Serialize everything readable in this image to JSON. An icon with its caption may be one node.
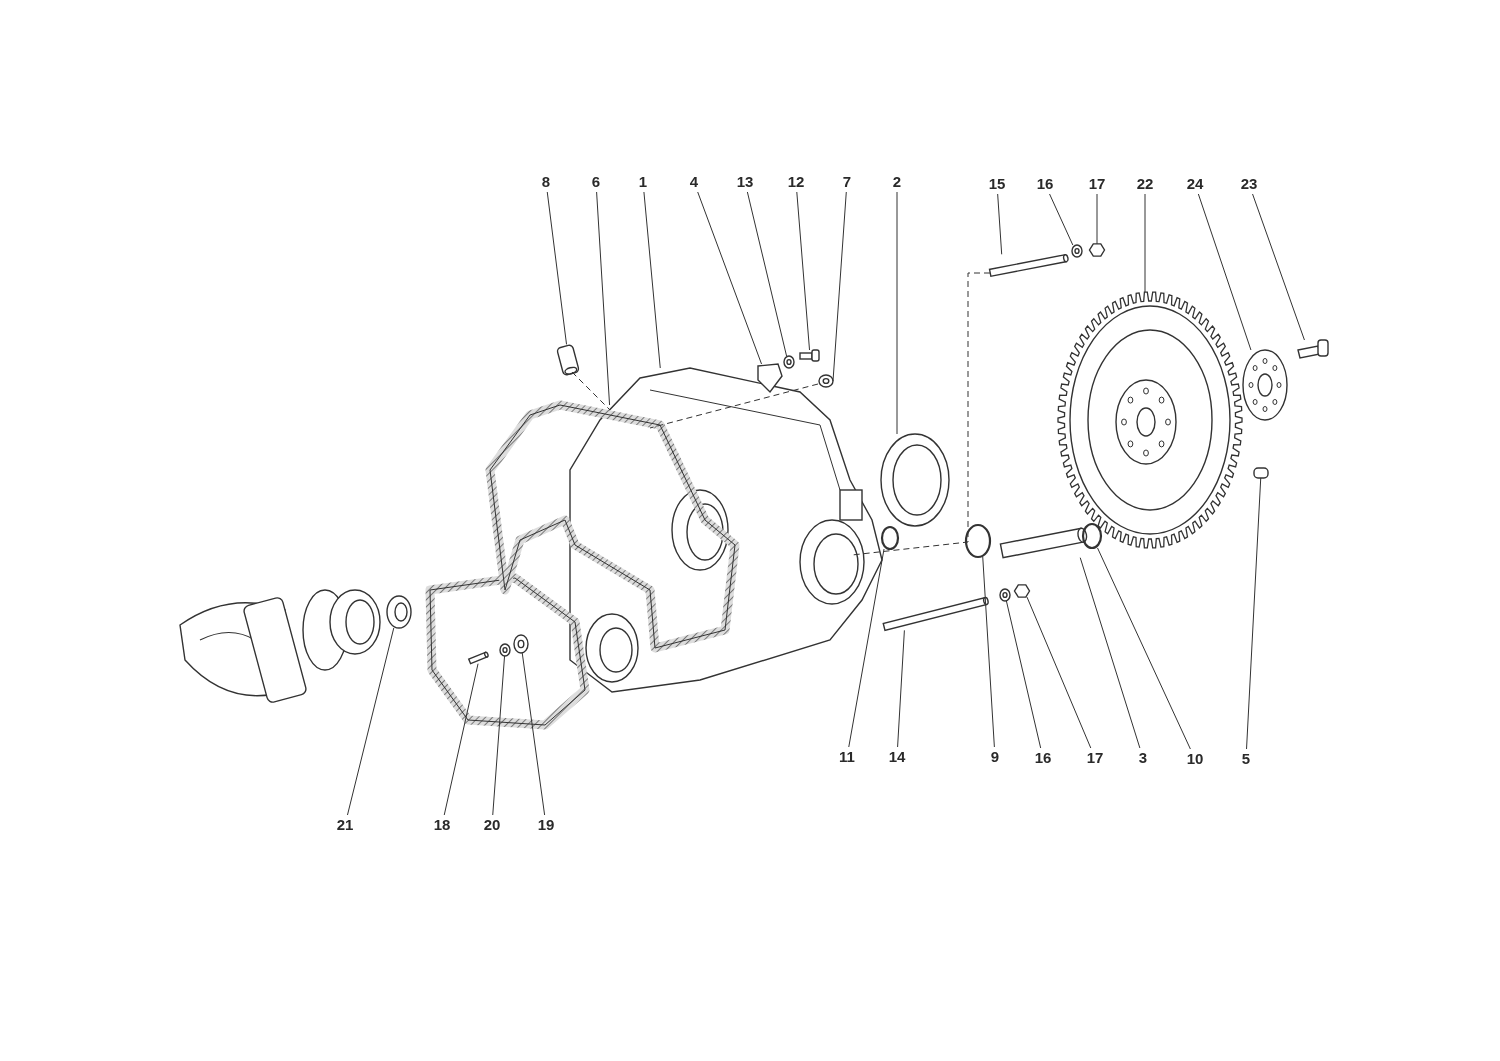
{
  "diagram": {
    "nodes": [
      {
        "text": [
          "8"
        ]
      },
      {
        "text": [
          "6"
        ]
      },
      {
        "text": [
          "1"
        ]
      },
      {
        "text": [
          "4"
        ]
      },
      {
        "text": [
          "13"
        ]
      },
      {
        "text": [
          "12"
        ]
      },
      {
        "text": [
          "7"
        ]
      },
      {
        "text": [
          "2"
        ]
      },
      {
        "text": [
          "15"
        ]
      },
      {
        "text": [
          "16"
        ]
      },
      {
        "text": [
          "17"
        ]
      },
      {
        "text": [
          "22"
        ]
      },
      {
        "text": [
          "24"
        ]
      },
      {
        "text": [
          "23"
        ]
      },
      {
        "text": [
          "11"
        ]
      },
      {
        "text": [
          "14"
        ]
      },
      {
        "text": [
          "9"
        ]
      },
      {
        "text": [
          "16"
        ]
      },
      {
        "text": [
          "17"
        ]
      },
      {
        "text": [
          "3"
        ]
      },
      {
        "text": [
          "10"
        ]
      },
      {
        "text": [
          "5"
        ]
      },
      {
        "text": [
          "21"
        ]
      },
      {
        "text": [
          "18"
        ]
      },
      {
        "text": [
          "20"
        ]
      },
      {
        "text": [
          "19"
        ]
      },
      {
        "text": [],
        "shape": "cylinder"
      },
      {
        "text": [],
        "shape": "picture"
      },
      {
        "text": [],
        "shape": "picture"
      },
      {
        "text": [],
        "shape": "picture"
      },
      {
        "text": [],
        "shape": "circle"
      },
      {
        "text": [],
        "shape": "picture"
      },
      {
        "text": [],
        "shape": "circle"
      },
      {
        "text": [],
        "shape": "picture"
      },
      {
        "text": [],
        "shape": "bar"
      },
      {
        "text": [],
        "shape": "circle"
      },
      {
        "text": [],
        "shape": "hexagon"
      },
      {
        "text": [],
        "shape": "picture"
      },
      {
        "text": [],
        "shape": "picture"
      },
      {
        "text": [],
        "shape": "picture"
      },
      {
        "text": [],
        "shape": "circle"
      },
      {
        "text": [],
        "shape": "bar"
      },
      {
        "text": [],
        "shape": "circle"
      },
      {
        "text": [],
        "shape": "circle"
      },
      {
        "text": [],
        "shape": "hexagon"
      },
      {
        "text": [],
        "shape": "bar"
      },
      {
        "text": [],
        "shape": "circle"
      },
      {
        "text": [],
        "shape": "box"
      },
      {
        "text": [],
        "shape": "picture"
      },
      {
        "text": [],
        "shape": "bar"
      },
      {
        "text": [],
        "shape": "circle"
      },
      {
        "text": [],
        "shape": "circle"
      }
    ],
    "edges": [
      {
        "from": 0,
        "to": 26,
        "arrow": "none"
      },
      {
        "from": 1,
        "to": 27,
        "arrow": "none"
      },
      {
        "from": 2,
        "to": 28,
        "arrow": "none"
      },
      {
        "from": 3,
        "to": 29,
        "arrow": "none"
      },
      {
        "from": 4,
        "to": 30,
        "arrow": "none"
      },
      {
        "from": 5,
        "to": 31,
        "arrow": "none"
      },
      {
        "from": 6,
        "to": 32,
        "arrow": "none"
      },
      {
        "from": 7,
        "to": 33,
        "arrow": "none"
      },
      {
        "from": 8,
        "to": 34,
        "arrow": "none"
      },
      {
        "from": 9,
        "to": 35,
        "arrow": "none"
      },
      {
        "from": 10,
        "to": 36,
        "arrow": "none"
      },
      {
        "from": 11,
        "to": 37,
        "arrow": "none"
      },
      {
        "from": 12,
        "to": 38,
        "arrow": "none"
      },
      {
        "from": 13,
        "to": 39,
        "arrow": "none"
      },
      {
        "from": 14,
        "to": 40,
        "arrow": "none"
      },
      {
        "from": 15,
        "to": 41,
        "arrow": "none"
      },
      {
        "from": 16,
        "to": 42,
        "arrow": "none"
      },
      {
        "from": 17,
        "to": 43,
        "arrow": "none"
      },
      {
        "from": 18,
        "to": 44,
        "arrow": "none"
      },
      {
        "from": 19,
        "to": 45,
        "arrow": "none"
      },
      {
        "from": 20,
        "to": 46,
        "arrow": "none"
      },
      {
        "from": 21,
        "to": 47,
        "arrow": "none"
      },
      {
        "from": 22,
        "to": 48,
        "arrow": "none"
      },
      {
        "from": 23,
        "to": 49,
        "arrow": "none"
      },
      {
        "from": 24,
        "to": 50,
        "arrow": "none"
      },
      {
        "from": 25,
        "to": 51,
        "arrow": "none"
      },
      {
        "from": 26,
        "to": 27,
        "arrow": "none",
        "style": "dashed"
      },
      {
        "from": 32,
        "to": 28,
        "arrow": "none",
        "style": "dashed"
      },
      {
        "from": 34,
        "to": 28,
        "arrow": "none",
        "style": "dashed"
      }
    ]
  }
}
